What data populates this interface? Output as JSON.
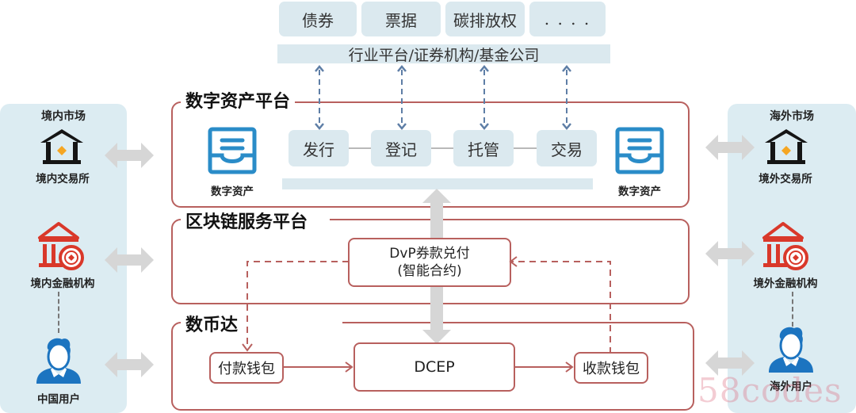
{
  "top": {
    "asset_types": [
      "债券",
      "票据",
      "碳排放权",
      ". . . ."
    ],
    "industry_bar": "行业平台/证券机构/基金公司"
  },
  "domestic": {
    "title": "境内市场",
    "exchange": "境内交易所",
    "institution": "境内金融机构",
    "user": "中国用户"
  },
  "overseas": {
    "title": "海外市场",
    "exchange": "境外交易所",
    "institution": "境外金融机构",
    "user": "海外用户"
  },
  "digital_asset_platform": {
    "title": "数字资产平台",
    "steps": [
      "发行",
      "登记",
      "托管",
      "交易"
    ],
    "left_icon_label": "数字资产",
    "right_icon_label": "数字资产"
  },
  "blockchain_platform": {
    "title": "区块链服务平台",
    "dvp_line1": "DvP券款兑付",
    "dvp_line2": "(智能合约)"
  },
  "dcep_platform": {
    "title": "数币达",
    "pay_wallet": "付款钱包",
    "dcep": "DCEP",
    "receive_wallet": "收款钱包"
  },
  "watermark": "58codes",
  "colors": {
    "panel_border": "#b8605e",
    "chip_bg": "#dbe9ef",
    "market_bg": "#dcecf2",
    "icon_blue": "#2a8cc8",
    "user_blue": "#1c74c0",
    "bank_red": "#d9382a",
    "house_black": "#151515",
    "diamond_orange": "#f5a623",
    "arrow_gray": "#d6d6d6",
    "dashed_blue": "#5e7ea6"
  }
}
